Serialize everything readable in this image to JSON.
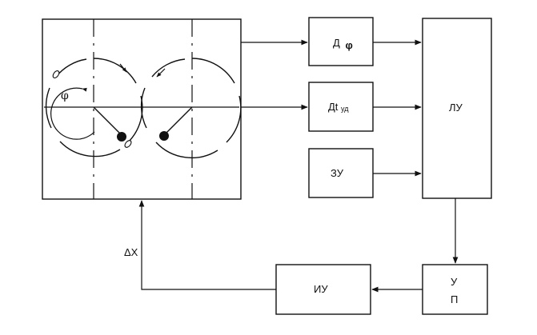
{
  "blocks": {
    "sensor_phi": {
      "main": "Д",
      "sub": "φ"
    },
    "sensor_t": {
      "main": "Дt",
      "sub": "уд"
    },
    "memory": {
      "label": "ЗУ"
    },
    "logic": {
      "label": "ЛУ"
    },
    "amplifier": {
      "line1": "У",
      "line2": "П"
    },
    "actuator": {
      "label": "ИУ"
    }
  },
  "annotations": {
    "angle": "φ",
    "feedback": "ΔX"
  }
}
